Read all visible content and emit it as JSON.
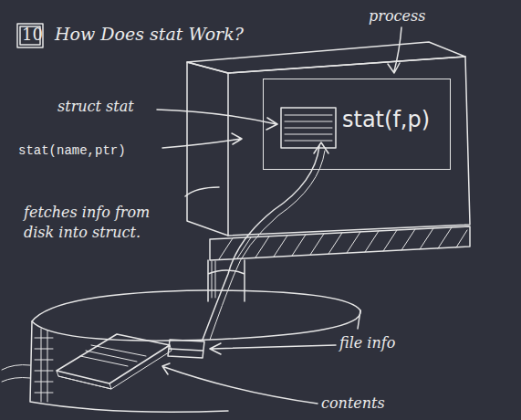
{
  "diagram": {
    "title": "How Does stat Work?",
    "nodes": [
      {
        "text": [
          "stat(f,p)"
        ]
      }
    ],
    "labels": [
      "10",
      "process",
      "struct stat",
      "stat(name,ptr)",
      "fetches info from disk into struct.",
      "file info",
      "contents"
    ]
  }
}
